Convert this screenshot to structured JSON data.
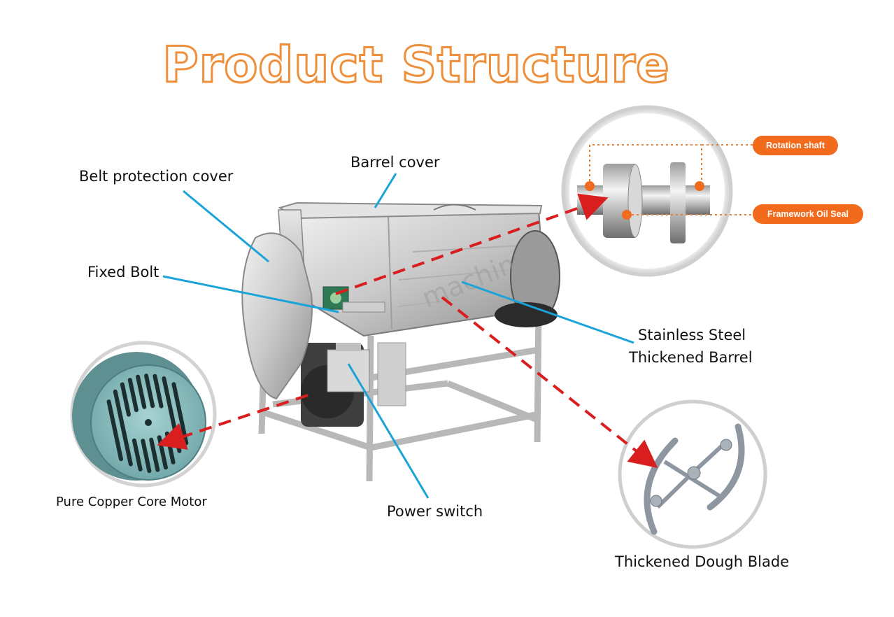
{
  "title": "Product Structure",
  "watermark": "machine",
  "labels": {
    "barrel_cover": "Barrel cover",
    "belt_protection_cover": "Belt protection cover",
    "fixed_bolt": "Fixed Bolt",
    "stainless_line1": "Stainless Steel",
    "stainless_line2": "Thickened Barrel",
    "power_switch": "Power switch",
    "motor": "Pure Copper Core Motor",
    "dough_blade": "Thickened Dough Blade"
  },
  "callouts": {
    "rotation_shaft": "Rotation shaft",
    "oil_seal": "Framework Oil Seal"
  },
  "colors": {
    "title_outline": "#ee8f3c",
    "leader_blue": "#1aa3d9",
    "arrow_red": "#d81e1e",
    "pill_orange": "#f26a1b"
  }
}
